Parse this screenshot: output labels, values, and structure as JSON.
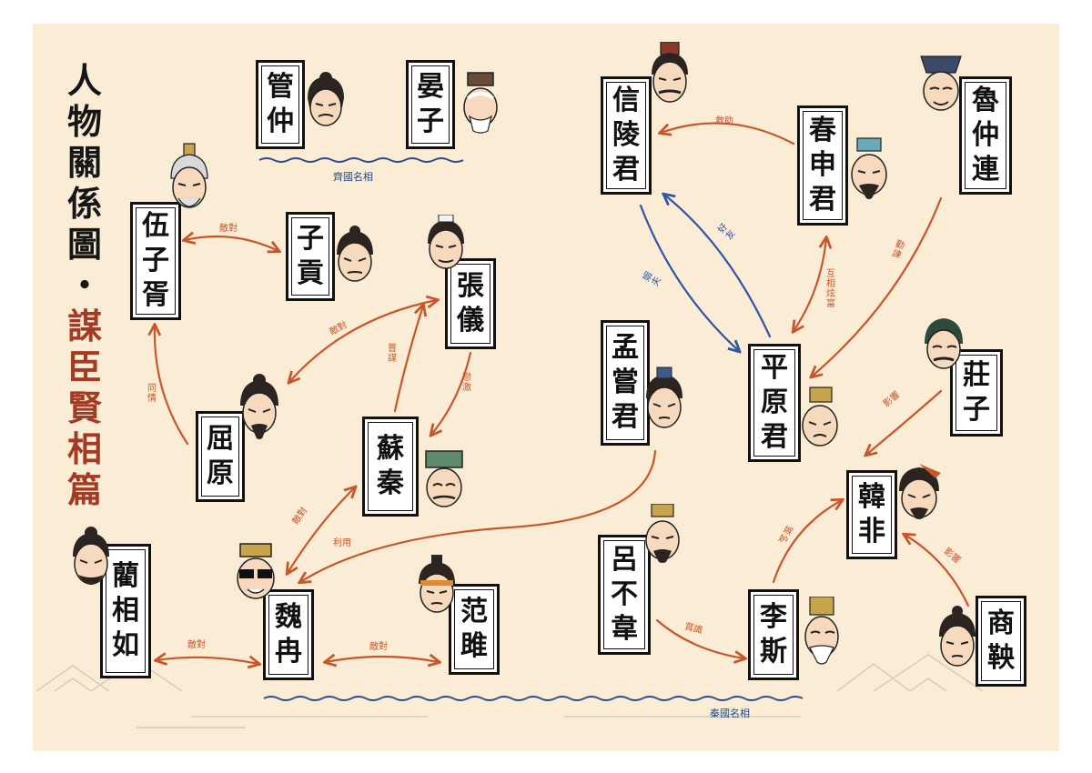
{
  "title": {
    "line1": [
      "人",
      "物",
      "關",
      "係",
      "圖",
      "・"
    ],
    "line2": [
      "謀",
      "臣",
      "賢",
      "相",
      "篇"
    ]
  },
  "colors": {
    "background": "#fbecd5",
    "relation_red": "#c8562c",
    "relation_blue": "#2e55a6",
    "river_blue": "#2f4e8c",
    "title_dark": "#161616",
    "title_red": "#a23a24"
  },
  "groups": {
    "qi": "齊國名相",
    "qin": "秦國名相"
  },
  "characters": {
    "guanzhong": "管仲",
    "yanzi": "晏子",
    "wuzixu": "伍子胥",
    "zigong": "子貢",
    "zhangyi": "張儀",
    "quyuan": "屈原",
    "suqin": "蘇秦",
    "linxiangru": "藺相如",
    "weiran": "魏冉",
    "fanju": "范雎",
    "xinlingjun": "信陵君",
    "chunshenjun": "春申君",
    "luzhonglian": "魯仲連",
    "mengchangjun": "孟嘗君",
    "pingyuanjun": "平原君",
    "zhuangzi": "莊子",
    "hanfei": "韓非",
    "lvbuwei": "呂不韋",
    "lisi": "李斯",
    "shangyang": "商鞅"
  },
  "relations": {
    "wuzixu_zigong": "敵對",
    "wuzixu_quyuan": "同情",
    "zhangyi_quyuan": "敵對",
    "zhangyi_suqin_up": "嘗謀",
    "zhangyi_suqin_down": "戀激",
    "suqin_weiran": "敵對",
    "mengchang_weiran": "利用",
    "linxiangru_weiran": "敵對",
    "weiran_fanju": "敵對",
    "chunshen_xinling": "救助",
    "xinling_pingyuan_a": "姻夫",
    "xinling_pingyuan_b": "好友",
    "chunshen_pingyuan": "互相炫富",
    "luzhonglian_pingyuan": "勸諫",
    "zhuangzi_hanfei": "影響",
    "lisi_hanfei": "嫉妒",
    "shangyang_hanfei": "影響",
    "lvbuwei_lisi": "賞識"
  }
}
